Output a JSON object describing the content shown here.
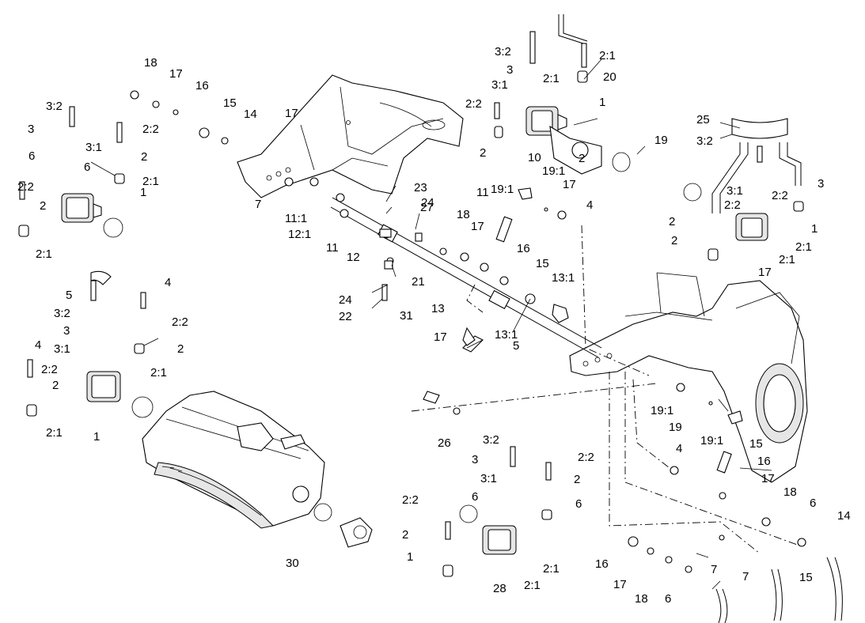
{
  "callouts": [
    "18",
    "17",
    "16",
    "15",
    "14",
    "17",
    "11:1",
    "12:1",
    "11",
    "12",
    "23",
    "24",
    "27",
    "24",
    "22",
    "21",
    "31",
    "7",
    "3:2",
    "3",
    "3:1",
    "6",
    "2:2",
    "2",
    "2:1",
    "1",
    "6",
    "2:2",
    "2",
    "2:1",
    "5",
    "3:2",
    "3",
    "3:1",
    "4",
    "2:2",
    "2",
    "2:1",
    "4",
    "2:2",
    "2",
    "2:1",
    "1",
    "3:2",
    "3",
    "3:1",
    "2:2",
    "2:1",
    "2",
    "2:1",
    "2",
    "20",
    "1",
    "10",
    "19",
    "19:1",
    "19:1",
    "17",
    "4",
    "11",
    "18",
    "17",
    "16",
    "15",
    "13:1",
    "13",
    "13:1",
    "5",
    "17",
    "26",
    "25",
    "3:2",
    "3:1",
    "2:2",
    "3",
    "2:2",
    "2",
    "2",
    "1",
    "2:1",
    "2:1",
    "17",
    "19:1",
    "19",
    "19:1",
    "15",
    "4",
    "16",
    "17",
    "18",
    "6",
    "14",
    "7",
    "15",
    "16",
    "17",
    "18",
    "6",
    "7",
    "3:2",
    "3",
    "3:1",
    "6",
    "2:2",
    "2",
    "6",
    "2:2",
    "2",
    "1",
    "2:1",
    "2:1",
    "28",
    "30"
  ]
}
